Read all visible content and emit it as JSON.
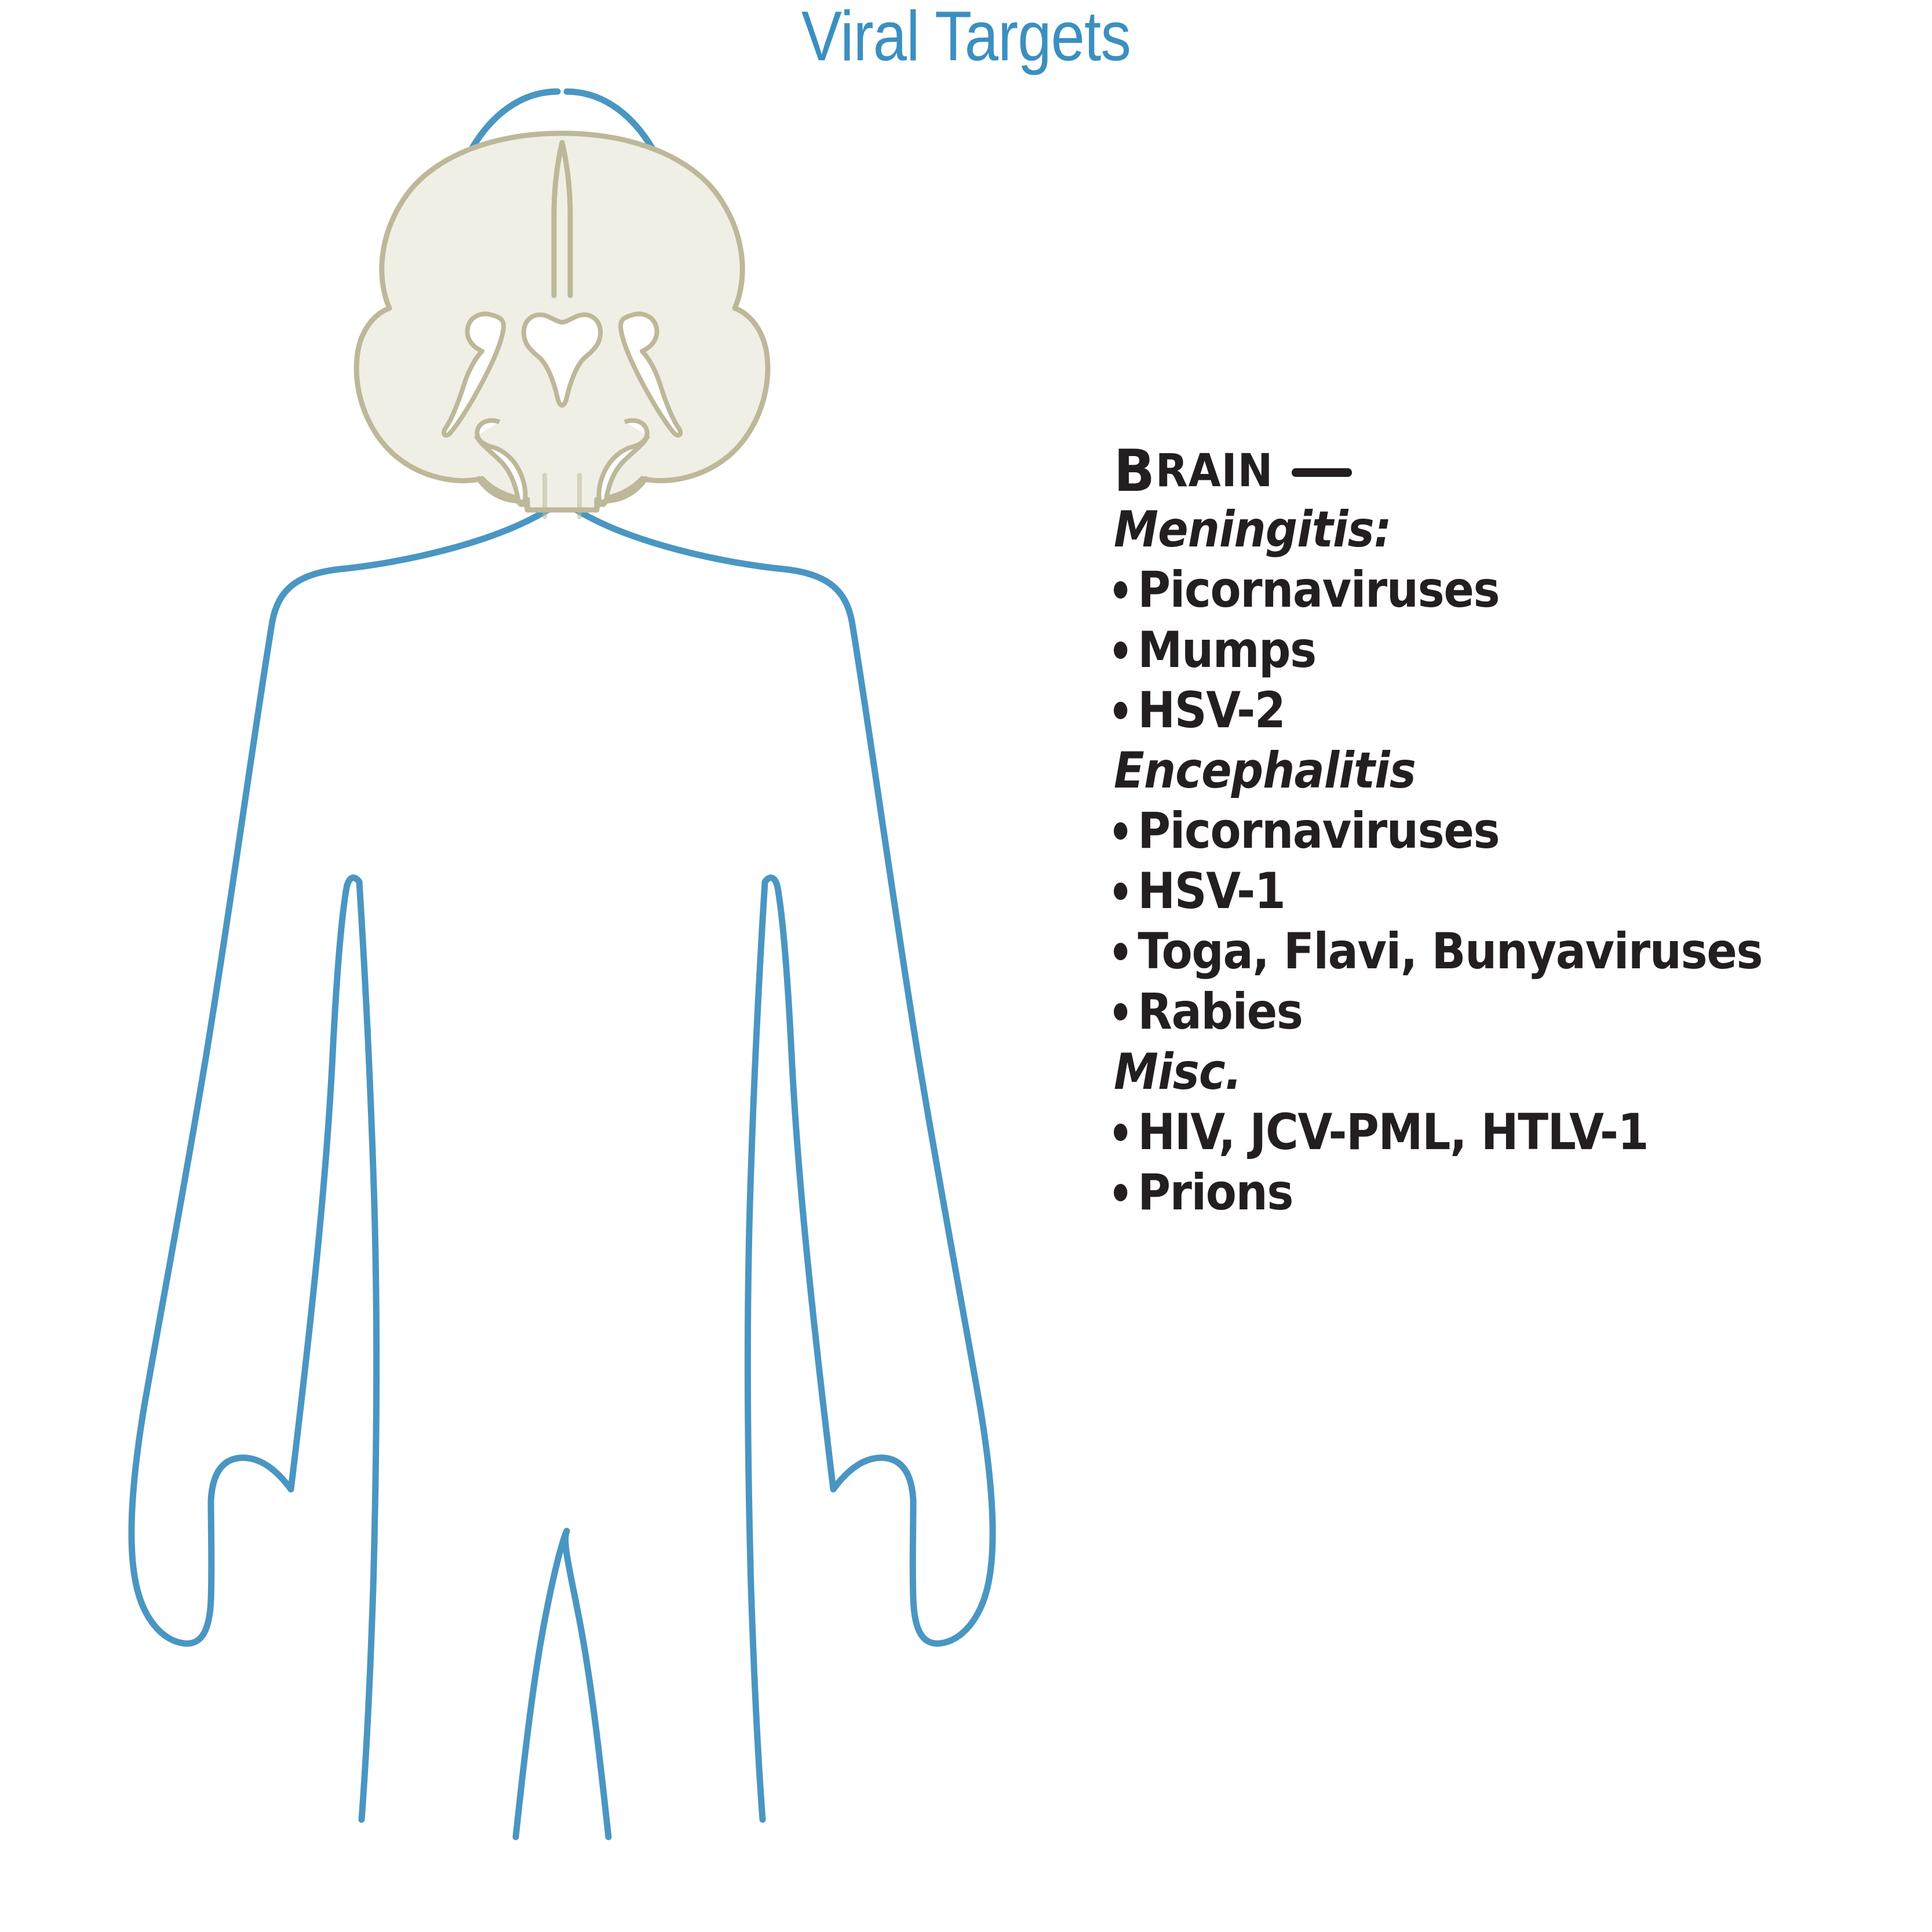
{
  "title": "Viral Targets",
  "colors": {
    "title": "#3b8fc0",
    "body_outline": "#4a96c2",
    "brain_stroke": "#bdb899",
    "brain_fill": "#f0efe6",
    "text": "#231f20",
    "background": "#ffffff"
  },
  "figure": {
    "label": "human-body-silhouette-front-view",
    "organ": "brain-coronal-section"
  },
  "list": {
    "header": {
      "first_letter": "B",
      "rest": "RAIN",
      "dash": "—",
      "full": "BRAIN —"
    },
    "sections": [
      {
        "subheader": "Meningitis:",
        "items": [
          "Picornaviruses",
          "Mumps",
          "HSV-2"
        ]
      },
      {
        "subheader": "Encephalitis",
        "items": [
          "Picornaviruses",
          "HSV-1",
          "Toga, Flavi, Bunyaviruses",
          "Rabies"
        ]
      },
      {
        "subheader": "Misc.",
        "items": [
          "HIV, JCV-PML, HTLV-1",
          "Prions"
        ]
      }
    ]
  }
}
